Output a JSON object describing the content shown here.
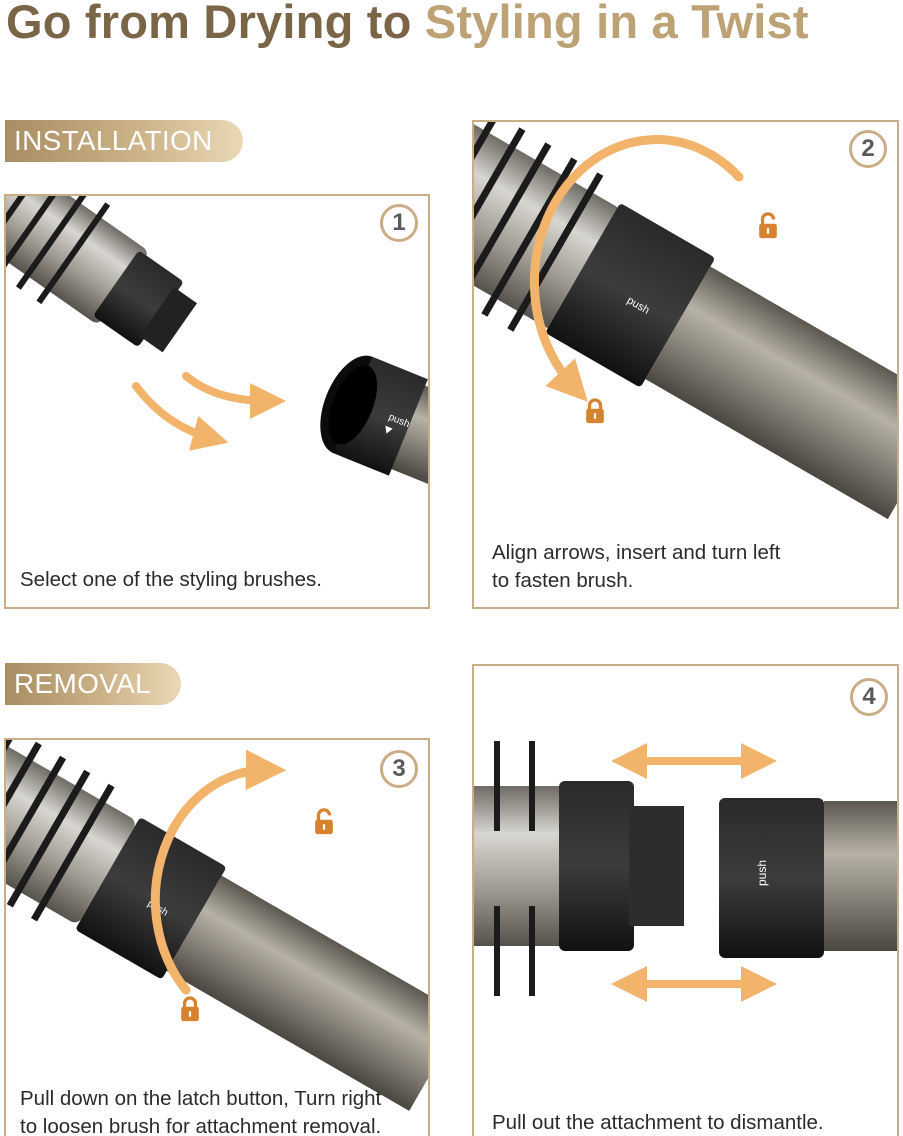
{
  "title": {
    "part1": "Go from Drying to ",
    "part2": "Styling in a Twist"
  },
  "sections": {
    "installation": "INSTALLATION",
    "removal": "REMOVAL"
  },
  "steps": [
    {
      "number": "1",
      "caption_line1": "Select one of the styling brushes.",
      "caption_line2": ""
    },
    {
      "number": "2",
      "caption_line1": "Align arrows, insert and turn left",
      "caption_line2": "to fasten brush."
    },
    {
      "number": "3",
      "caption_line1": "Pull down on the latch button, Turn right",
      "caption_line2": "to loosen brush for attachment removal."
    },
    {
      "number": "4",
      "caption_line1": "Pull out the attachment to dismantle.",
      "caption_line2": ""
    }
  ],
  "device_labels": {
    "push": "push"
  },
  "colors": {
    "title_dark": "#7a6547",
    "title_light": "#bda275",
    "accent_gold": "#c9ad84",
    "arrow_orange": "#f2b36b",
    "lock_orange": "#d6822e"
  },
  "icons": [
    "lock-icon",
    "unlock-icon",
    "curved-arrow-icon",
    "double-arrow-icon"
  ]
}
